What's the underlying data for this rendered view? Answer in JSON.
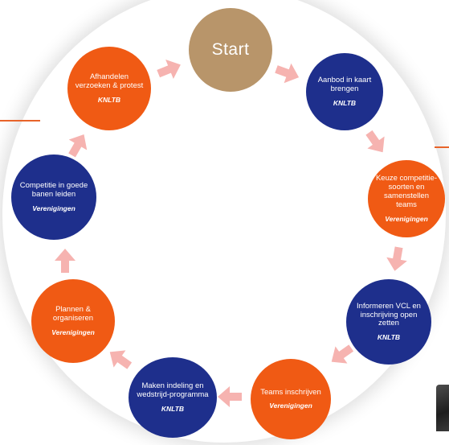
{
  "colors": {
    "orange": "#f05a14",
    "navy": "#1e2f8c",
    "gold": "#b8956a",
    "arrow": "#f6b3b0"
  },
  "start": {
    "label": "Start"
  },
  "steps": [
    {
      "label": "Aanbod in kaart brengen",
      "org": "KNLTB",
      "color": "navy"
    },
    {
      "label": "Keuze competitie-soorten en samenstellen teams",
      "org": "Verenigingen",
      "color": "orange"
    },
    {
      "label": "Informeren VCL en inschrijving open zetten",
      "org": "KNLTB",
      "color": "navy"
    },
    {
      "label": "Teams inschrijven",
      "org": "Verenigingen",
      "color": "orange"
    },
    {
      "label": "Maken indeling en wedstrijd-programma",
      "org": "KNLTB",
      "color": "navy"
    },
    {
      "label": "Plannen & organiseren",
      "org": "Verenigingen",
      "color": "orange"
    },
    {
      "label": "Competitie in goede banen leiden",
      "org": "Verenigingen",
      "color": "navy"
    },
    {
      "label": "Afhandelen verzoeken & protest",
      "org": "KNLTB",
      "color": "orange"
    }
  ]
}
